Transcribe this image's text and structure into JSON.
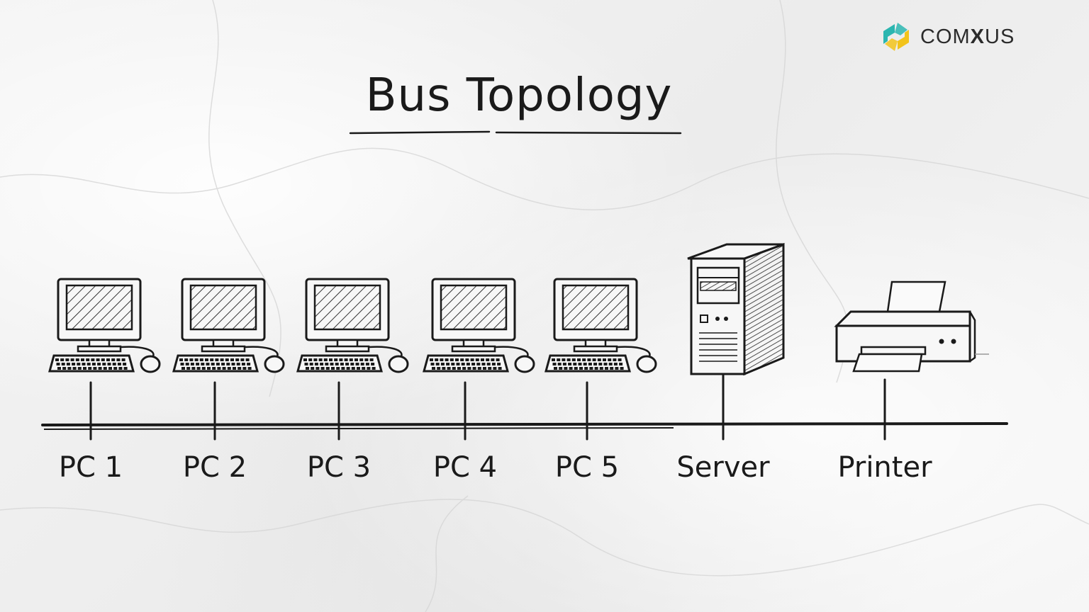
{
  "brand": {
    "name_pre": "COM",
    "name_bold": "X",
    "name_post": "US",
    "colors": {
      "teal": "#2bb6b0",
      "yellow": "#f2c31b"
    }
  },
  "title": "Bus Topology",
  "nodes": [
    {
      "type": "pc",
      "label": "PC 1"
    },
    {
      "type": "pc",
      "label": "PC 2"
    },
    {
      "type": "pc",
      "label": "PC 3"
    },
    {
      "type": "pc",
      "label": "PC 4"
    },
    {
      "type": "pc",
      "label": "PC 5"
    },
    {
      "type": "server",
      "label": "Server"
    },
    {
      "type": "printer",
      "label": "Printer"
    }
  ]
}
